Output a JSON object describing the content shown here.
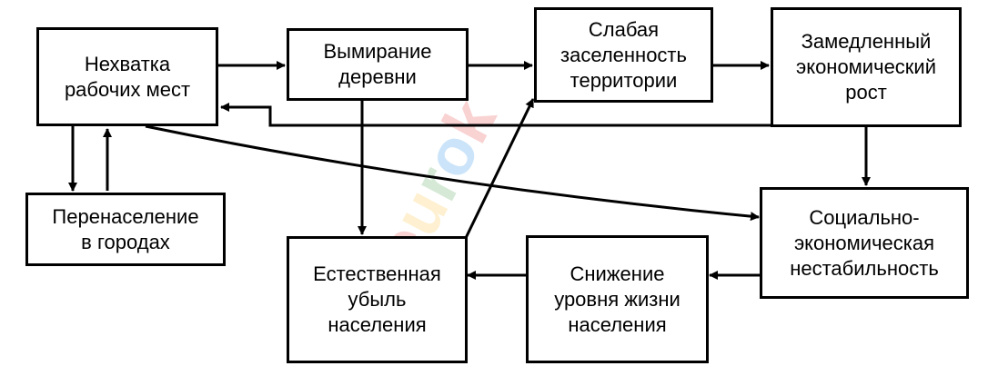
{
  "nodes": {
    "no_jobs": "Нехватка\nрабочих мест",
    "dying_village": "Вымирание\nдеревни",
    "sparse_population": "Слабая\nзаселенность\nтерритории",
    "slow_growth": "Замедленный\nэкономический\nрост",
    "overpopulation": "Перенаселение\nв городах",
    "natural_decline": "Естественная\nубыль\nнаселения",
    "living_standards": "Снижение\nуровня жизни\nнаселения",
    "instability": "Социально-\nэкономическая\nнестабильность"
  },
  "watermark": {
    "text": "eurok",
    "colors": [
      "#e53935",
      "#fbc02d",
      "#43a047",
      "#1e88e5"
    ]
  }
}
